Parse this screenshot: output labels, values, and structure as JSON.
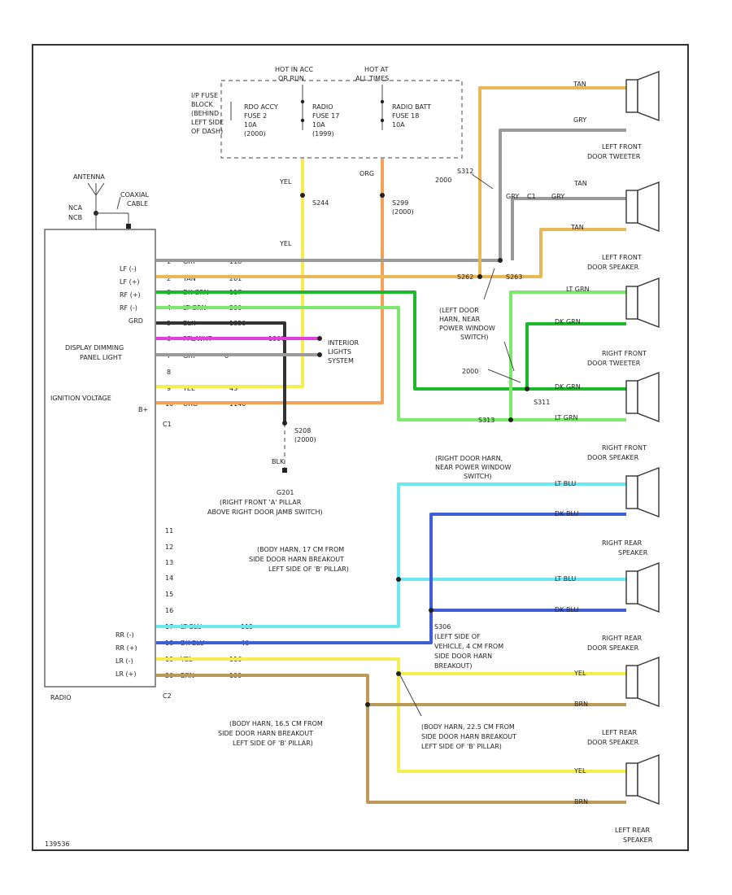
{
  "colors": {
    "tan": "#e8b858",
    "gry": "#9a9a9a",
    "dkgrn": "#1db82c",
    "ltgrn": "#7ee86e",
    "yel": "#f4ee52",
    "org": "#f4a15a",
    "ppl": "#e040e0",
    "blk": "#333333",
    "ltblu": "#6ee8f0",
    "dkblu": "#3f5ed8",
    "brn": "#bb9a58"
  },
  "fuse_block": {
    "desc": [
      "I/P FUSE",
      "BLOCK",
      "(BEHIND",
      "LEFT SIDE",
      "OF DASH)"
    ],
    "hot_acc": [
      "HOT IN ACC",
      "OR RUN"
    ],
    "hot_all": [
      "HOT AT",
      "ALL TIMES"
    ],
    "fuse1": [
      "RDO ACCY",
      "FUSE 2",
      "10A",
      "(2000)"
    ],
    "fuse2": [
      "RADIO",
      "FUSE 17",
      "10A",
      "(1999)"
    ],
    "fuse3": [
      "RADIO BATT",
      "FUSE 18",
      "10A"
    ]
  },
  "antenna": {
    "label": "ANTENNA",
    "coax": [
      "COAXIAL",
      "CABLE"
    ],
    "pin_a": "NCA",
    "pin_b": "NCB"
  },
  "splices": {
    "s244": "S244",
    "s299": [
      "S299",
      "(2000)"
    ],
    "s208": [
      "S208",
      "(2000)"
    ],
    "s262": "S262",
    "s263": "S263",
    "s312": "S312",
    "s311": "S311",
    "s313": "S313",
    "s306": "S306",
    "y2000": "2000"
  },
  "radio": {
    "name": "RADIO",
    "c1": "C1",
    "c2": "C2",
    "func_labels": [
      "LF (-)",
      "LF (+)",
      "RF (+)",
      "RF (-)",
      "GRD",
      "DISPLAY DIMMING",
      "PANEL LIGHT",
      "IGNITION VOLTAGE",
      "B+"
    ],
    "pins_top": [
      {
        "pin": "1",
        "color": "GRY",
        "circuit": "118"
      },
      {
        "pin": "2",
        "color": "TAN",
        "circuit": "201"
      },
      {
        "pin": "3",
        "color": "DK GRN",
        "circuit": "117"
      },
      {
        "pin": "4",
        "color": "LT GRN",
        "circuit": "200"
      },
      {
        "pin": "5",
        "color": "BLK",
        "circuit": "1850"
      },
      {
        "pin": "6",
        "color": "PPL/WHT",
        "circuit": "1807"
      },
      {
        "pin": "7",
        "color": "GRY",
        "circuit": "8"
      },
      {
        "pin": "8",
        "color": "",
        "circuit": ""
      },
      {
        "pin": "9",
        "color": "YEL",
        "circuit": "43"
      },
      {
        "pin": "10",
        "color": "ORG",
        "circuit": "1140"
      }
    ],
    "pins_bottom": [
      {
        "pin": "11",
        "color": "",
        "circuit": ""
      },
      {
        "pin": "12",
        "color": "",
        "circuit": ""
      },
      {
        "pin": "13",
        "color": "",
        "circuit": ""
      },
      {
        "pin": "14",
        "color": "",
        "circuit": ""
      },
      {
        "pin": "15",
        "color": "",
        "circuit": ""
      },
      {
        "pin": "16",
        "color": "",
        "circuit": ""
      },
      {
        "pin": "17",
        "color": "LT BLU",
        "circuit": "115"
      },
      {
        "pin": "18",
        "color": "DK BLU",
        "circuit": "46"
      },
      {
        "pin": "19",
        "color": "YEL",
        "circuit": "116"
      },
      {
        "pin": "20",
        "color": "BRN",
        "circuit": "199"
      }
    ],
    "func_labels_bottom": [
      "RR (-)",
      "RR (+)",
      "LR (-)",
      "LR (+)"
    ]
  },
  "wires": {
    "yel": "YEL",
    "org": "ORG",
    "blk": "BLK",
    "tan": "TAN",
    "gry": "GRY",
    "tan_gry": "GRY",
    "c1": "C1",
    "dk_grn": "DK GRN",
    "lt_grn": "LT GRN",
    "lt_blu": "LT BLU",
    "dk_blu": "DK BLU",
    "brn": "BRN"
  },
  "switch": {
    "label": [
      "INTERIOR",
      "LIGHTS",
      "SYSTEM"
    ]
  },
  "ground": {
    "label": [
      "G201",
      "(RIGHT FRONT 'A' PILLAR",
      "ABOVE RIGHT DOOR JAMB SWITCH)"
    ]
  },
  "notes": {
    "left_door": [
      "(LEFT DOOR",
      "HARN, NEAR",
      "POWER WINDOW",
      "SWITCH)"
    ],
    "right_door": [
      "(RIGHT DOOR HARN,",
      "NEAR POWER WINDOW",
      "SWITCH)"
    ],
    "body_17": [
      "(BODY HARN, 17 CM FROM",
      "SIDE DOOR HARN BREAKOUT",
      "LEFT SIDE OF 'B' PILLAR)"
    ],
    "s306": [
      "(LEFT SIDE OF",
      "VEHICLE, 4 CM FROM",
      "SIDE DOOR HARN",
      "BREAKOUT)"
    ],
    "body_16": [
      "(BODY HARN, 16.5 CM FROM",
      "SIDE DOOR HARN BREAKOUT",
      "LEFT SIDE OF 'B' PILLAR)"
    ],
    "body_22": [
      "(BODY HARN, 22.5 CM FROM",
      "SIDE DOOR HARN BREAKOUT",
      "LEFT SIDE OF 'B' PILLAR)"
    ]
  },
  "speakers": [
    {
      "name": [
        "LEFT FRONT",
        "DOOR TWEETER"
      ]
    },
    {
      "name": [
        "LEFT FRONT",
        "DOOR SPEAKER"
      ]
    },
    {
      "name": [
        "RIGHT FRONT",
        "DOOR TWEETER"
      ]
    },
    {
      "name": [
        "RIGHT FRONT",
        "DOOR SPEAKER"
      ]
    },
    {
      "name": [
        "RIGHT REAR",
        "SPEAKER"
      ]
    },
    {
      "name": [
        "RIGHT REAR",
        "DOOR SPEAKER"
      ]
    },
    {
      "name": [
        "LEFT REAR",
        "DOOR SPEAKER"
      ]
    },
    {
      "name": [
        "LEFT REAR",
        "SPEAKER"
      ]
    }
  ],
  "footer": "139536"
}
